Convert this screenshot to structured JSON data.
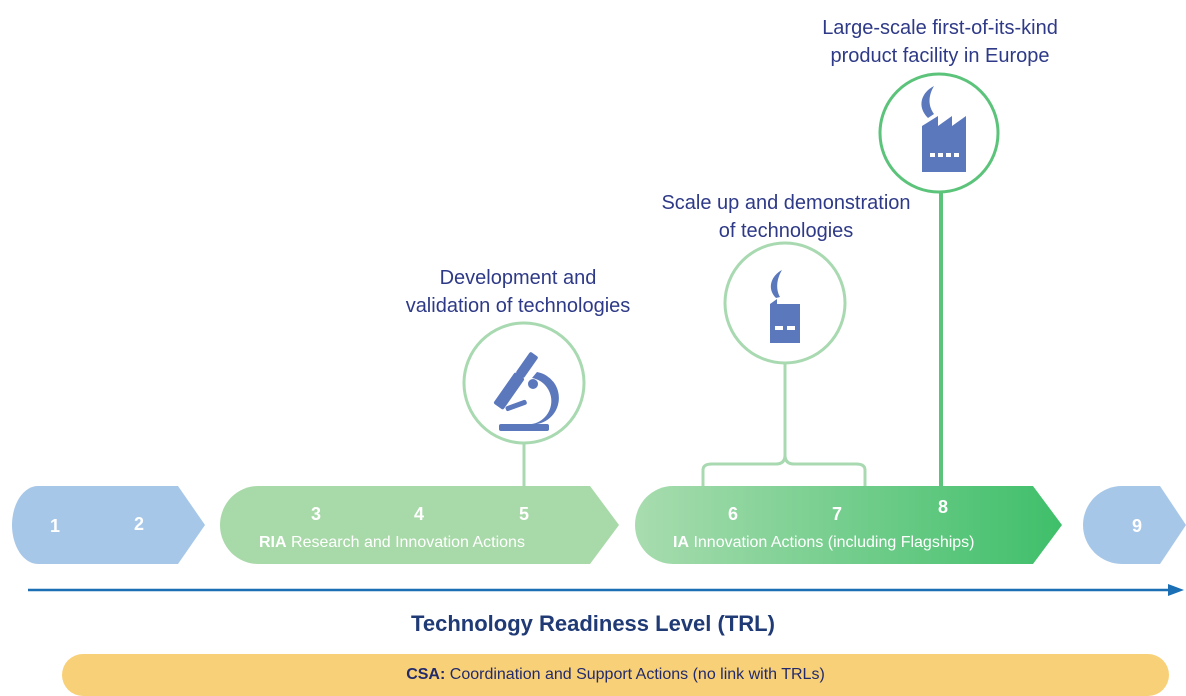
{
  "captions": {
    "large_scale": [
      "Large-scale first-of-its-kind",
      "product facility in Europe"
    ],
    "scale_up": [
      "Scale up and demonstration",
      "of technologies"
    ],
    "development": [
      "Development and",
      "validation of technologies"
    ]
  },
  "stages": {
    "pre": {
      "levels": [
        "1",
        "2"
      ]
    },
    "ria": {
      "levels": [
        "3",
        "4",
        "5"
      ],
      "abbr": "RIA",
      "label": "Research and Innovation Actions"
    },
    "ia": {
      "levels": [
        "6",
        "7",
        "8"
      ],
      "abbr": "IA",
      "label": "Innovation Actions (including Flagships)"
    },
    "post": {
      "levels": [
        "9"
      ]
    }
  },
  "axis": {
    "title": "Technology Readiness Level (TRL)"
  },
  "csa": {
    "abbr": "CSA:",
    "label": "Coordination and Support Actions (no link with TRLs)"
  },
  "icons": {
    "development": "microscope-icon",
    "scale_up": "small-factory-icon",
    "large_scale": "large-factory-icon"
  },
  "colors": {
    "text": "#2e3a87",
    "pre_post_bar": "#a6c7e8",
    "ria_bar": "#a8d9a8",
    "ia_bar_start": "#a8dcaf",
    "ia_bar_end": "#3fbf6a",
    "axis_arrow": "#1b6fb5",
    "csa_bar": "#f8d077",
    "icon": "#5b78bd"
  }
}
